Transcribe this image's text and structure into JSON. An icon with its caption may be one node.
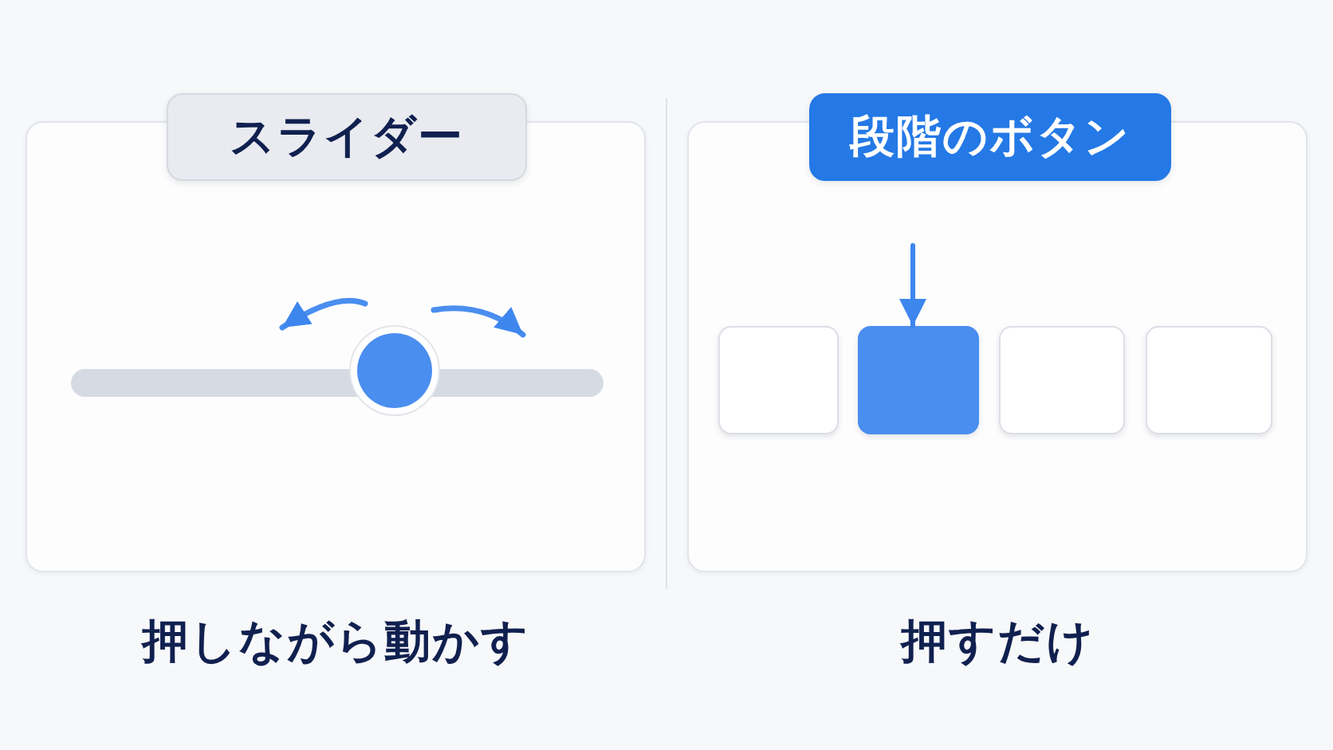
{
  "diagram": {
    "nodes": [
      {
        "text": [
          "スライダー"
        ],
        "beside": [
          "押しながら動かす"
        ]
      },
      {
        "text": [
          "段階のボタン"
        ],
        "beside": [
          "押すだけ"
        ]
      },
      {
        "text": [],
        "shape": "box",
        "in": 1
      },
      {
        "text": [],
        "shape": "box",
        "in": 1
      },
      {
        "text": [],
        "shape": "box",
        "in": 1
      },
      {
        "text": [],
        "shape": "box",
        "in": 1
      }
    ],
    "edges": [
      {
        "from": null,
        "to": 3,
        "arrow": "to"
      }
    ]
  }
}
